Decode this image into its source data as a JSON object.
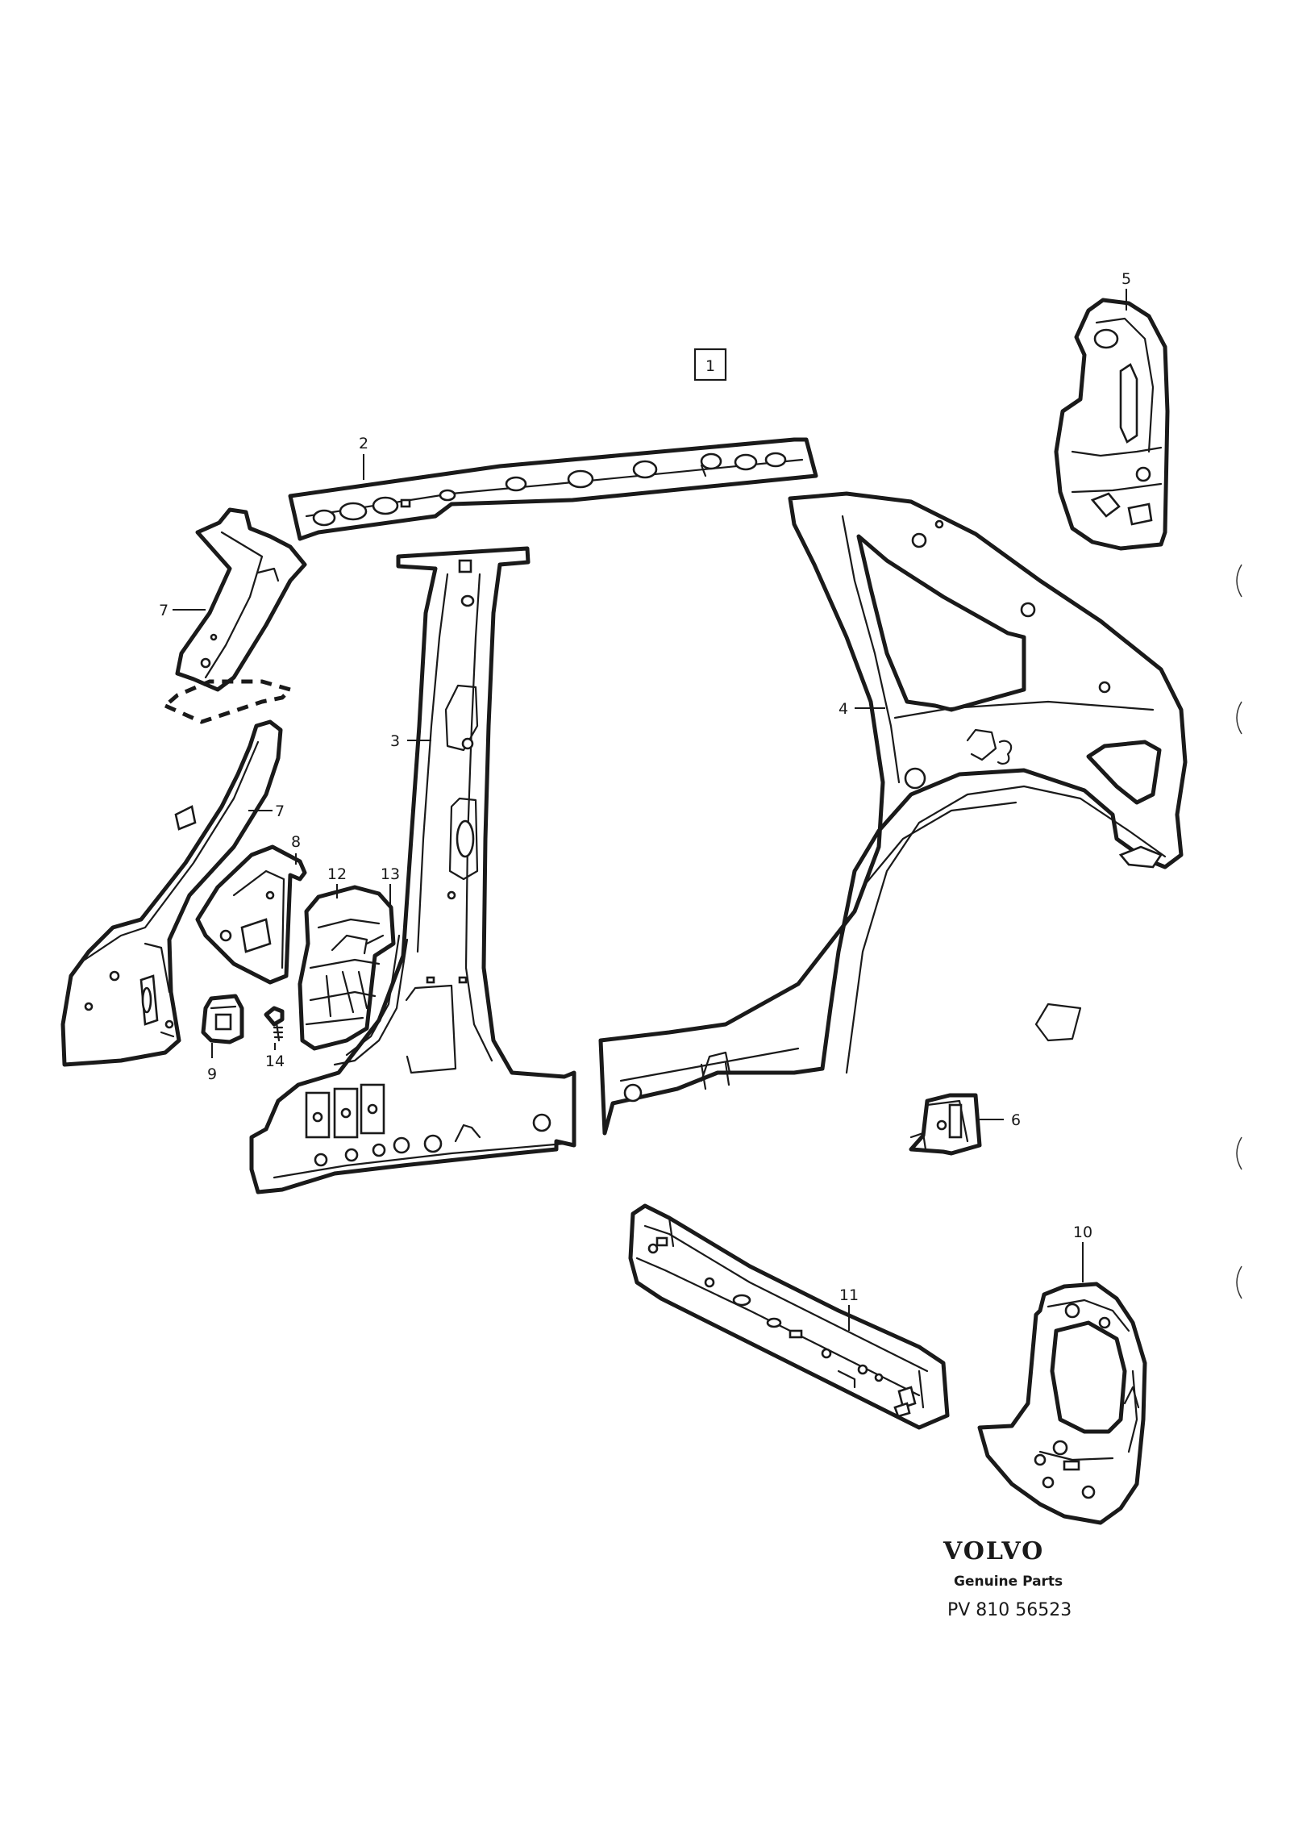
{
  "diagram": {
    "group_ref": "1",
    "callouts": [
      {
        "id": "c2",
        "label": "2"
      },
      {
        "id": "c3",
        "label": "3"
      },
      {
        "id": "c4",
        "label": "4"
      },
      {
        "id": "c5",
        "label": "5"
      },
      {
        "id": "c6",
        "label": "6"
      },
      {
        "id": "c7a",
        "label": "7"
      },
      {
        "id": "c7b",
        "label": "7"
      },
      {
        "id": "c8",
        "label": "8"
      },
      {
        "id": "c9",
        "label": "9"
      },
      {
        "id": "c10",
        "label": "10"
      },
      {
        "id": "c11",
        "label": "11"
      },
      {
        "id": "c12",
        "label": "12"
      },
      {
        "id": "c13",
        "label": "13"
      },
      {
        "id": "c14",
        "label": "14"
      }
    ]
  },
  "branding": {
    "logo": "VOLVO",
    "subtitle": "Genuine Parts",
    "code": "PV 810 56523"
  }
}
